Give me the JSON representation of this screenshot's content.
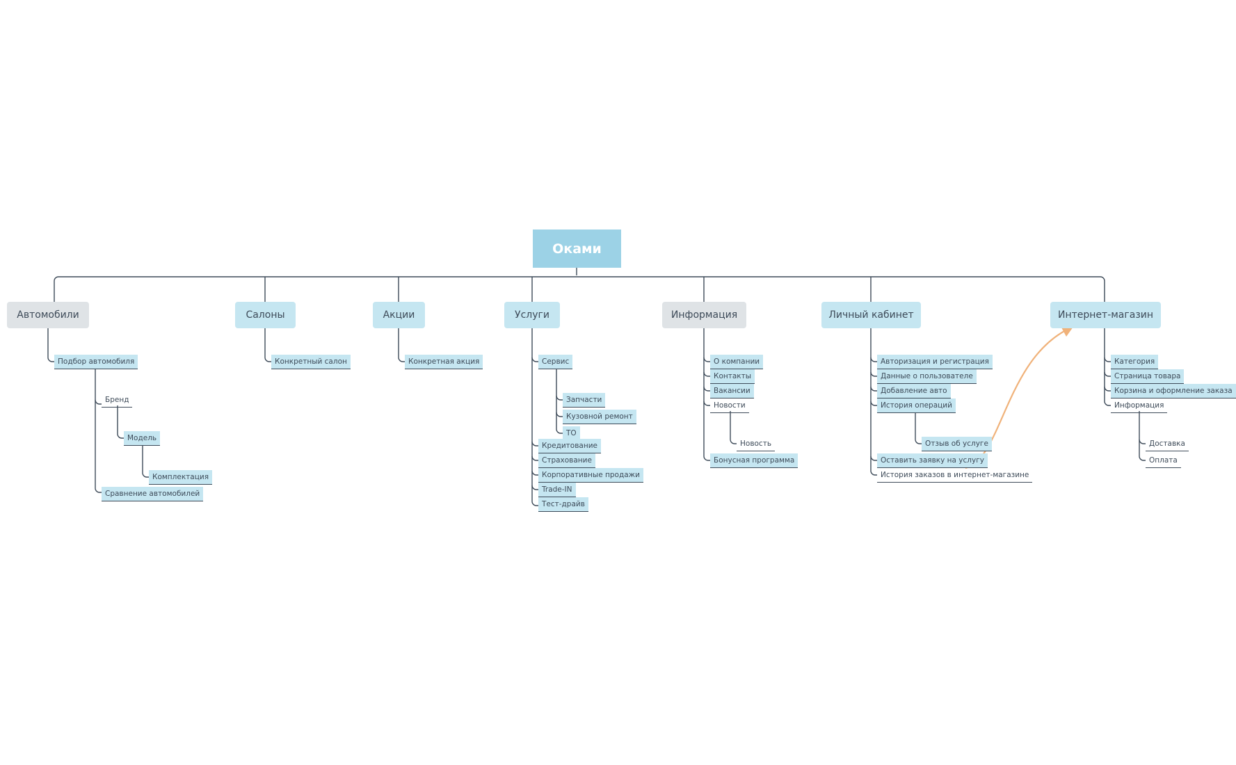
{
  "root": "Оками",
  "branches": {
    "avto": {
      "title": "Автомобили",
      "podbor": "Подбор автомобиля",
      "brend": "Бренд",
      "model": "Модель",
      "komplekt": "Комплектация",
      "sravnenie": "Сравнение автомобилей"
    },
    "salony": {
      "title": "Салоны",
      "salon": "Конкретный салон"
    },
    "akcii": {
      "title": "Акции",
      "akciya": "Конкретная акция"
    },
    "uslugi": {
      "title": "Услуги",
      "servis": "Сервис",
      "zapchasti": "Запчасти",
      "kuzov": "Кузовной ремонт",
      "to": "ТО",
      "kredit": "Кредитование",
      "strah": "Страхование",
      "korp": "Корпоративные продажи",
      "tradein": "Trade-IN",
      "test": "Тест-драйв"
    },
    "info": {
      "title": "Информация",
      "okomp": "О компании",
      "kontakty": "Контакты",
      "vakansii": "Вакансии",
      "novosti": "Новости",
      "novost": "Новость",
      "bonus": "Бонусная программа"
    },
    "lk": {
      "title": "Личный кабинет",
      "avtoriz": "Авторизация и регистрация",
      "dannye": "Данные о пользователе",
      "dobavlenie": "Добавление авто",
      "istoriya": "История операций",
      "otzyv": "Отзыв об услуге",
      "zayavka": "Оставить заявку на услугу",
      "istzak": "История заказов в интернет-магазине"
    },
    "shop": {
      "title": "Интернет-магазин",
      "kategoriya": "Категория",
      "stranica": "Страница товара",
      "korzina": "Корзина и оформление заказа",
      "informaciya": "Информация",
      "dostavka": "Доставка",
      "oplata": "Оплата"
    }
  },
  "colors": {
    "root": "#9cd2e6",
    "highlight": "#c5e6f1",
    "grey": "#dfe3e6",
    "line": "#3d4a58",
    "arrow": "#f0b27a"
  }
}
